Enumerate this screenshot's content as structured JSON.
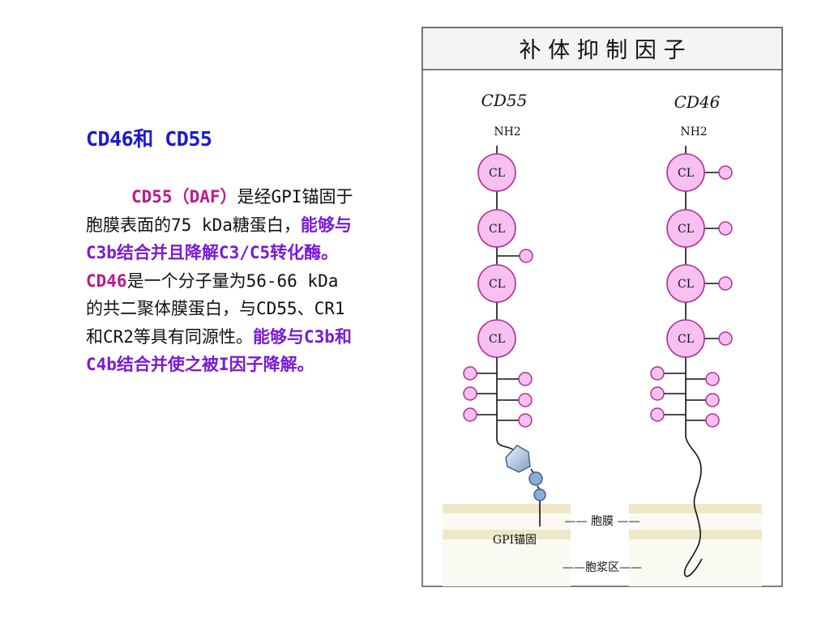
{
  "left": {
    "title": "CD46和 CD55",
    "cd55_name": "CD55（DAF）",
    "text_1": "是经GPI锚固于胞膜表面的75 kDa糖蛋白，",
    "cd55_function": "能够与C3b结合并且降解C3/C5转化酶。",
    "cd46_name": "CD46",
    "text_2": "是一个分子量为56-66 kDa的共二聚体膜蛋白，与CD55、CR1和CR2等具有同源性。",
    "cd46_function": "能够与C3b和C4b结合并使之被I因子降解。"
  },
  "diagram": {
    "title": "补 体 抑 制 因 子",
    "cd55_label": "CD55",
    "cd46_label": "CD46",
    "nh2_label": "NH2",
    "domain_label": "CL",
    "membrane_label": "—— 胞膜 ——",
    "gpi_label": "GPI锚固",
    "cytoplasm_label": "——胞浆区——",
    "colors": {
      "domain_fill": "#f7c0f0",
      "domain_stroke": "#b0308e",
      "gpi_fill": "#8aaed6",
      "membrane_fill": "#f5f0d8",
      "title_bar": "#f4f4f4"
    }
  }
}
